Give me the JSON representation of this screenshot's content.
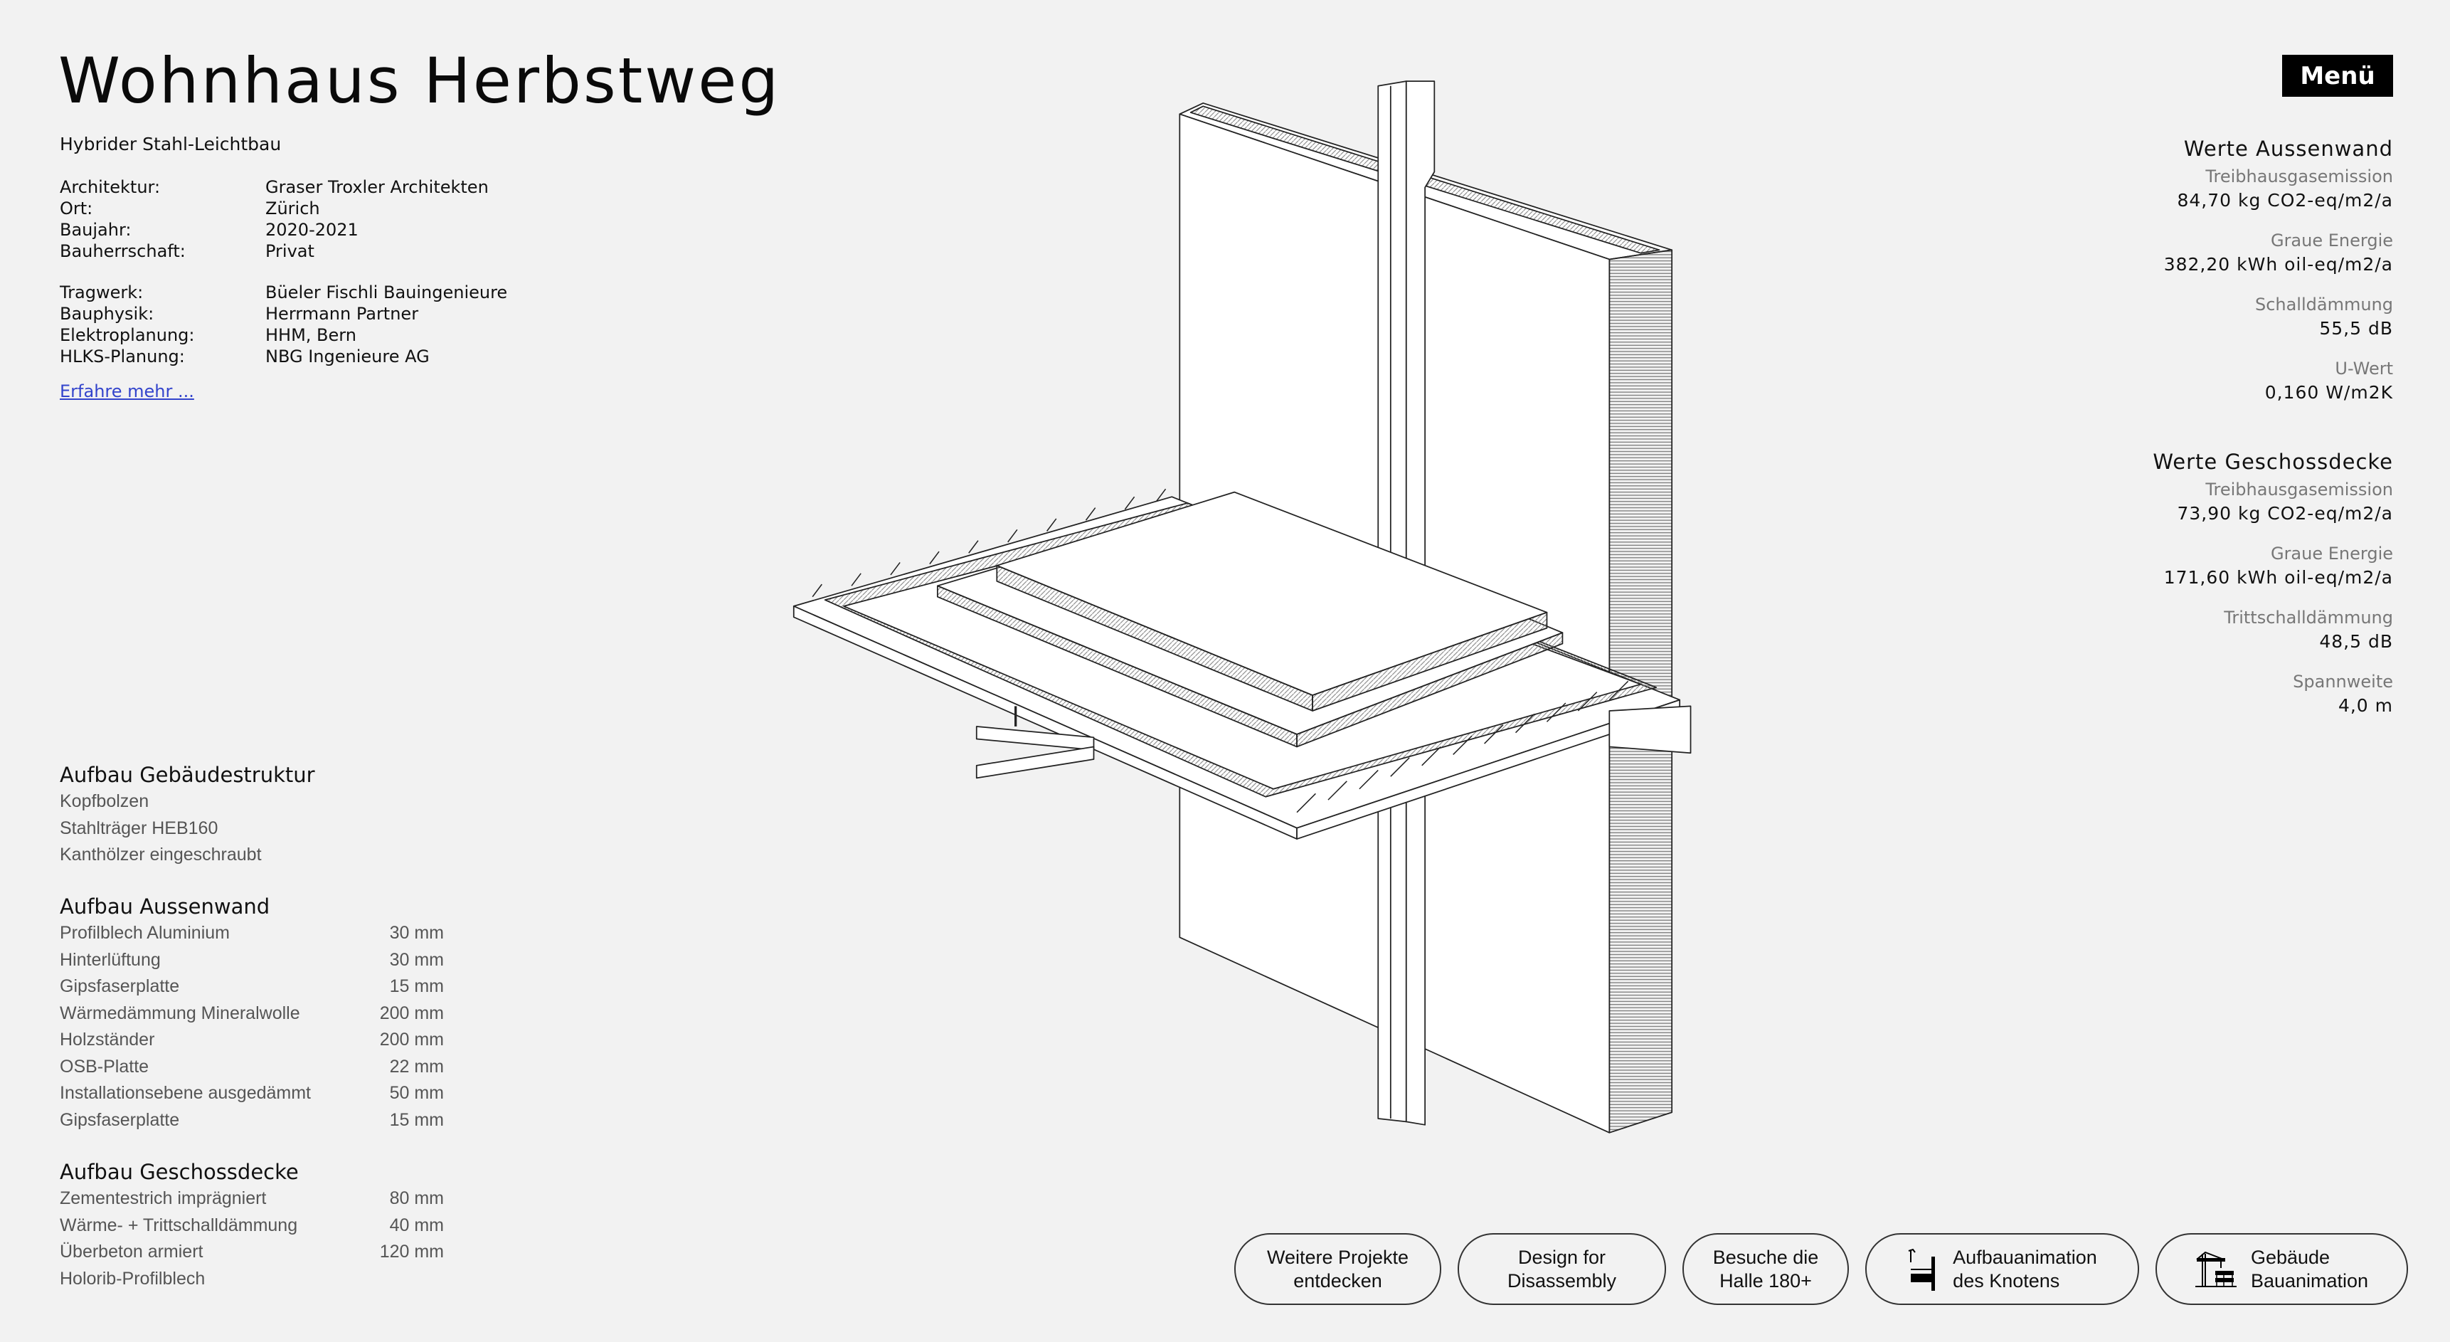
{
  "header": {
    "title": "Wohnhaus Herbstweg",
    "subtitle": "Hybrider Stahl-Leichtbau",
    "menu_label": "Menü"
  },
  "project_info": [
    {
      "label": "Architektur:",
      "value": "Graser Troxler Architekten"
    },
    {
      "label": "Ort:",
      "value": "Zürich"
    },
    {
      "label": "Baujahr:",
      "value": "2020-2021"
    },
    {
      "label": "Bauherrschaft:",
      "value": "Privat"
    }
  ],
  "team_info": [
    {
      "label": "Tragwerk:",
      "value": "Büeler Fischli Bauingenieure"
    },
    {
      "label": "Bauphysik:",
      "value": "Herrmann Partner"
    },
    {
      "label": "Elektroplanung:",
      "value": "HHM, Bern"
    },
    {
      "label": "HLKS-Planung:",
      "value": "NBG Ingenieure AG"
    }
  ],
  "more_link": "Erfahre mehr ...",
  "sections": [
    {
      "title": "Aufbau Gebäudestruktur",
      "items": [
        {
          "name": "Kopfbolzen",
          "value": ""
        },
        {
          "name": "Stahlträger HEB160",
          "value": ""
        },
        {
          "name": "Kanthölzer eingeschraubt",
          "value": ""
        }
      ]
    },
    {
      "title": "Aufbau Aussenwand",
      "items": [
        {
          "name": "Profilblech Aluminium",
          "value": "30 mm"
        },
        {
          "name": "Hinterlüftung",
          "value": "30 mm"
        },
        {
          "name": "Gipsfaserplatte",
          "value": "15 mm"
        },
        {
          "name": "Wärmedämmung Mineralwolle",
          "value": "200 mm"
        },
        {
          "name": "Holzständer",
          "value": "200 mm"
        },
        {
          "name": "OSB-Platte",
          "value": "22 mm"
        },
        {
          "name": "Installationsebene ausgedämmt",
          "value": "50 mm"
        },
        {
          "name": "Gipsfaserplatte",
          "value": "15 mm"
        }
      ]
    },
    {
      "title": "Aufbau Geschossdecke",
      "items": [
        {
          "name": "Zementestrich imprägniert",
          "value": "80 mm"
        },
        {
          "name": "Wärme- + Trittschalldämmung",
          "value": "40 mm"
        },
        {
          "name": "Überbeton armiert",
          "value": "120 mm"
        },
        {
          "name": "Holorib-Profilblech",
          "value": ""
        }
      ]
    }
  ],
  "values": [
    {
      "title": "Werte Aussenwand",
      "items": [
        {
          "label": "Treibhausgasemission",
          "value": "84,70 kg CO2-eq/m2/a"
        },
        {
          "label": "Graue Energie",
          "value": "382,20 kWh oil-eq/m2/a"
        },
        {
          "label": "Schalldämmung",
          "value": "55,5 dB"
        },
        {
          "label": "U-Wert",
          "value": "0,160 W/m2K"
        }
      ]
    },
    {
      "title": "Werte Geschossdecke",
      "items": [
        {
          "label": "Treibhausgasemission",
          "value": "73,90 kg CO2-eq/m2/a"
        },
        {
          "label": "Graue Energie",
          "value": "171,60 kWh oil-eq/m2/a"
        },
        {
          "label": "Trittschalldämmung",
          "value": "48,5 dB"
        },
        {
          "label": "Spannweite",
          "value": "4,0 m"
        }
      ]
    }
  ],
  "buttons": [
    {
      "line1": "Weitere Projekte",
      "line2": "entdecken"
    },
    {
      "line1": "Design for",
      "line2": "Disassembly"
    },
    {
      "line1": "Besuche die",
      "line2": "Halle 180+"
    },
    {
      "line1": "Aufbauanimation",
      "line2": "des Knotens",
      "icon": "node-assembly-icon"
    },
    {
      "line1": "Gebäude",
      "line2": "Bauanimation",
      "icon": "crane-icon"
    }
  ]
}
